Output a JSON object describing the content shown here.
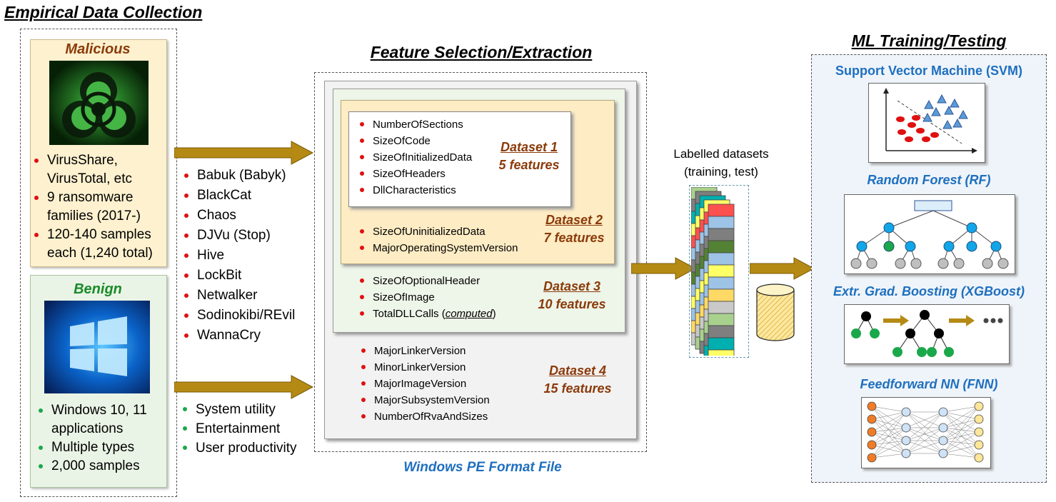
{
  "empirical": {
    "title": "Empirical Data Collection",
    "malicious": {
      "title": "Malicious",
      "items": [
        "VirusShare,",
        "VirusTotal, etc",
        "9 ransomware",
        "families (2017-)",
        "120-140 samples",
        "each (1,240 total)"
      ]
    },
    "benign": {
      "title": "Benign",
      "items": [
        "Windows 10, 11",
        "applications",
        "Multiple types",
        "2,000 samples"
      ]
    }
  },
  "families": [
    "Babuk (Babyk)",
    "BlackCat",
    "Chaos",
    "DJVu (Stop)",
    "Hive",
    "LockBit",
    "Netwalker",
    "Sodinokibi/REvil",
    "WannaCry"
  ],
  "benign_categories": [
    "System utility",
    "Entertainment",
    "User productivity"
  ],
  "features": {
    "title": "Feature Selection/Extraction",
    "footer": "Windows PE Format File",
    "dataset1": {
      "name": "Dataset 1",
      "count": "5 features",
      "items": [
        "NumberOfSections",
        "SizeOfCode",
        "SizeOfInitializedData",
        "SizeOfHeaders",
        "DllCharacteristics"
      ]
    },
    "dataset2": {
      "name": "Dataset 2",
      "count": "7 features",
      "items": [
        "SizeOfUninitializedData",
        "MajorOperatingSystemVersion"
      ]
    },
    "dataset3": {
      "name": "Dataset 3",
      "count": "10 features",
      "items": [
        "SizeOfOptionalHeader",
        "SizeOfImage"
      ],
      "computed_item": "TotalDLLCalls (",
      "computed_word": "computed",
      "computed_close": ")"
    },
    "dataset4": {
      "name": "Dataset 4",
      "count": "15 features",
      "items": [
        "MajorLinkerVersion",
        "MinorLinkerVersion",
        "MajorImageVersion",
        "MajorSubsystemVersion",
        "NumberOfRvaAndSizes"
      ]
    }
  },
  "labelled": {
    "line1": "Labelled datasets",
    "line2": "(training, test)"
  },
  "ml": {
    "title": "ML Training/Testing",
    "svm": "Support Vector Machine (SVM)",
    "rf": "Random Forest (RF)",
    "xgb": "Extr. Grad. Boosting (XGBoost)",
    "fnn": "Feedforward NN (FNN)"
  },
  "colors": {
    "ds_text": "#8b3a0a",
    "ml_blue": "#1f6fbf",
    "arrow": "#b58a14",
    "malicious_bg": "#fdf1cf",
    "benign_bg": "#eaf4e6"
  }
}
